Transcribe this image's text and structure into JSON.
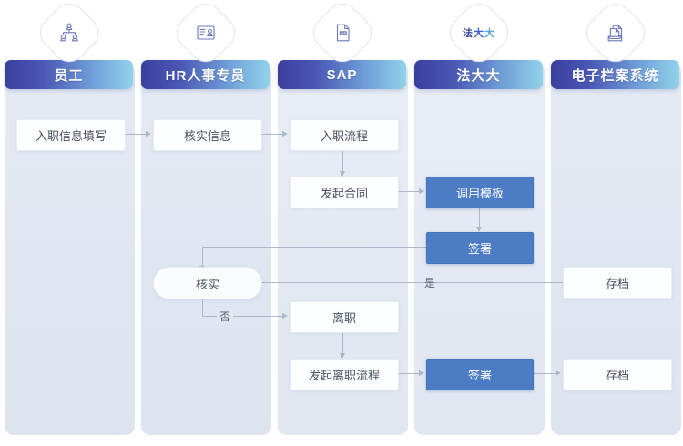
{
  "lanes": [
    {
      "title": "员工",
      "icon": "org-chart-people-icon"
    },
    {
      "title": "HR人事专员",
      "icon": "id-card-icon"
    },
    {
      "title": "SAP",
      "icon": "sap-document-icon"
    },
    {
      "title": "法大大",
      "icon": "fadada-logo-icon"
    },
    {
      "title": "电子栏案系统",
      "icon": "archive-files-icon"
    }
  ],
  "nodes": [
    {
      "id": "n1",
      "label": "入职信息填写",
      "style": "white"
    },
    {
      "id": "n2",
      "label": "核实信息",
      "style": "white"
    },
    {
      "id": "n3",
      "label": "入职流程",
      "style": "white"
    },
    {
      "id": "n4",
      "label": "发起合同",
      "style": "white"
    },
    {
      "id": "n5",
      "label": "调用模板",
      "style": "blue"
    },
    {
      "id": "n6",
      "label": "签署",
      "style": "blue"
    },
    {
      "id": "n7",
      "label": "核实",
      "style": "pill"
    },
    {
      "id": "n8",
      "label": "存档",
      "style": "white"
    },
    {
      "id": "n9",
      "label": "离职",
      "style": "white"
    },
    {
      "id": "n10",
      "label": "发起离职流程",
      "style": "white"
    },
    {
      "id": "n11",
      "label": "签署",
      "style": "blue"
    },
    {
      "id": "n12",
      "label": "存档",
      "style": "white"
    }
  ],
  "edge_labels": {
    "yes": "是",
    "no": "否"
  },
  "colors": {
    "header_gradient_start": "#3a3f9e",
    "header_gradient_end": "#92d2ea",
    "lane_background": "#e3e8f2",
    "node_blue": "#4c7cc4",
    "node_white": "#fdfeff",
    "connector": "#adb6c6",
    "text": "#4a5160",
    "icon_stroke": "#6f77b8"
  }
}
